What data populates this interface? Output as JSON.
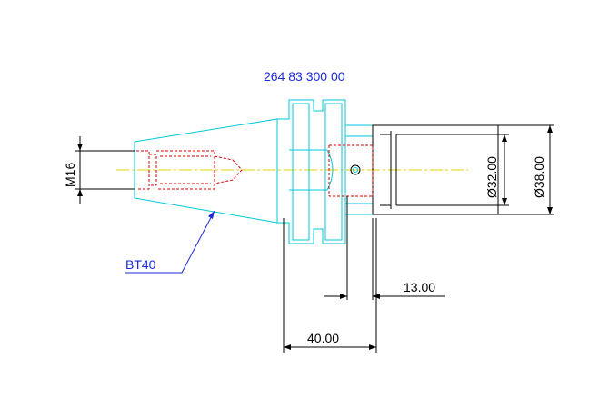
{
  "drawing": {
    "part_number": "264 83 300 00",
    "taper_label": "BT40",
    "thread_label": "M16",
    "dim_length": "40.00",
    "dim_offset": "13.00",
    "dim_inner_diameter": "Ø32.00",
    "dim_outer_diameter": "Ø38.00"
  },
  "colors": {
    "body_outline": "#00c8d8",
    "hidden_lines": "#e00000",
    "centerline": "#e6d400",
    "dimensions": "#000000",
    "annotations": "#1a2ad8"
  }
}
